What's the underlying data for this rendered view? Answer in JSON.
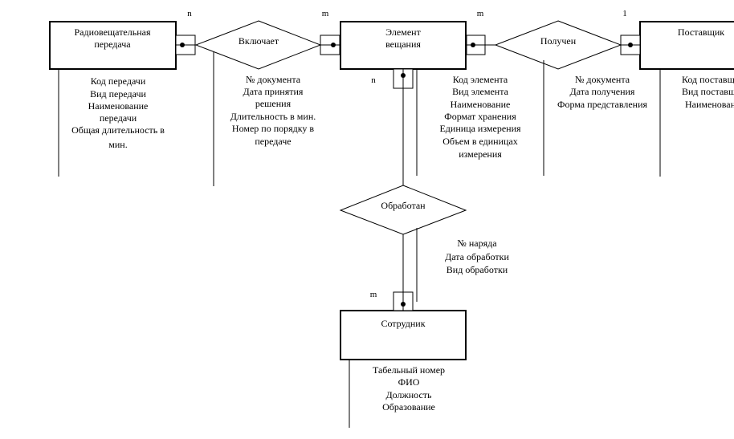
{
  "entities": [
    {
      "id": "broadcast",
      "lines": [
        "Радиовещательная",
        "передача"
      ],
      "attributes": [
        "Код передачи",
        "Вид передачи",
        "Наименование",
        "передачи",
        "Общая длительность  в",
        "мин."
      ]
    },
    {
      "id": "element",
      "lines": [
        "Элемент",
        "вещания"
      ],
      "attributes": [
        "Код элемента",
        "Вид элемента",
        "Наименование",
        "Формат хранения",
        "Единица  измерения",
        "Объем в единицах",
        "измерения"
      ]
    },
    {
      "id": "supplier",
      "lines": [
        "Поставщик"
      ],
      "attributes": [
        "Код поставщика",
        "Вид поставщика",
        "Наименование"
      ]
    },
    {
      "id": "employee",
      "lines": [
        "Сотрудник"
      ],
      "attributes": [
        "Табельный номер",
        "ФИО",
        "Должность",
        "Образование"
      ]
    }
  ],
  "relationships": [
    {
      "id": "includes",
      "label": "Включает",
      "attributes": [
        "№ документа",
        "Дата принятия",
        "решения",
        "Длительность  в мин.",
        "Номер по порядку в",
        "передаче"
      ]
    },
    {
      "id": "received",
      "label": "Получен",
      "attributes": [
        "№ документа",
        "Дата получения",
        "Форма представления"
      ]
    },
    {
      "id": "processed",
      "label": "Обработан",
      "attributes": [
        "№ наряда",
        "Дата обработки",
        "Вид обработки"
      ]
    }
  ],
  "cardinalities": {
    "broadcast_includes": "n",
    "element_includes": "m",
    "element_received": "m",
    "supplier_received": "1",
    "element_processed": "n",
    "employee_processed": "m"
  }
}
